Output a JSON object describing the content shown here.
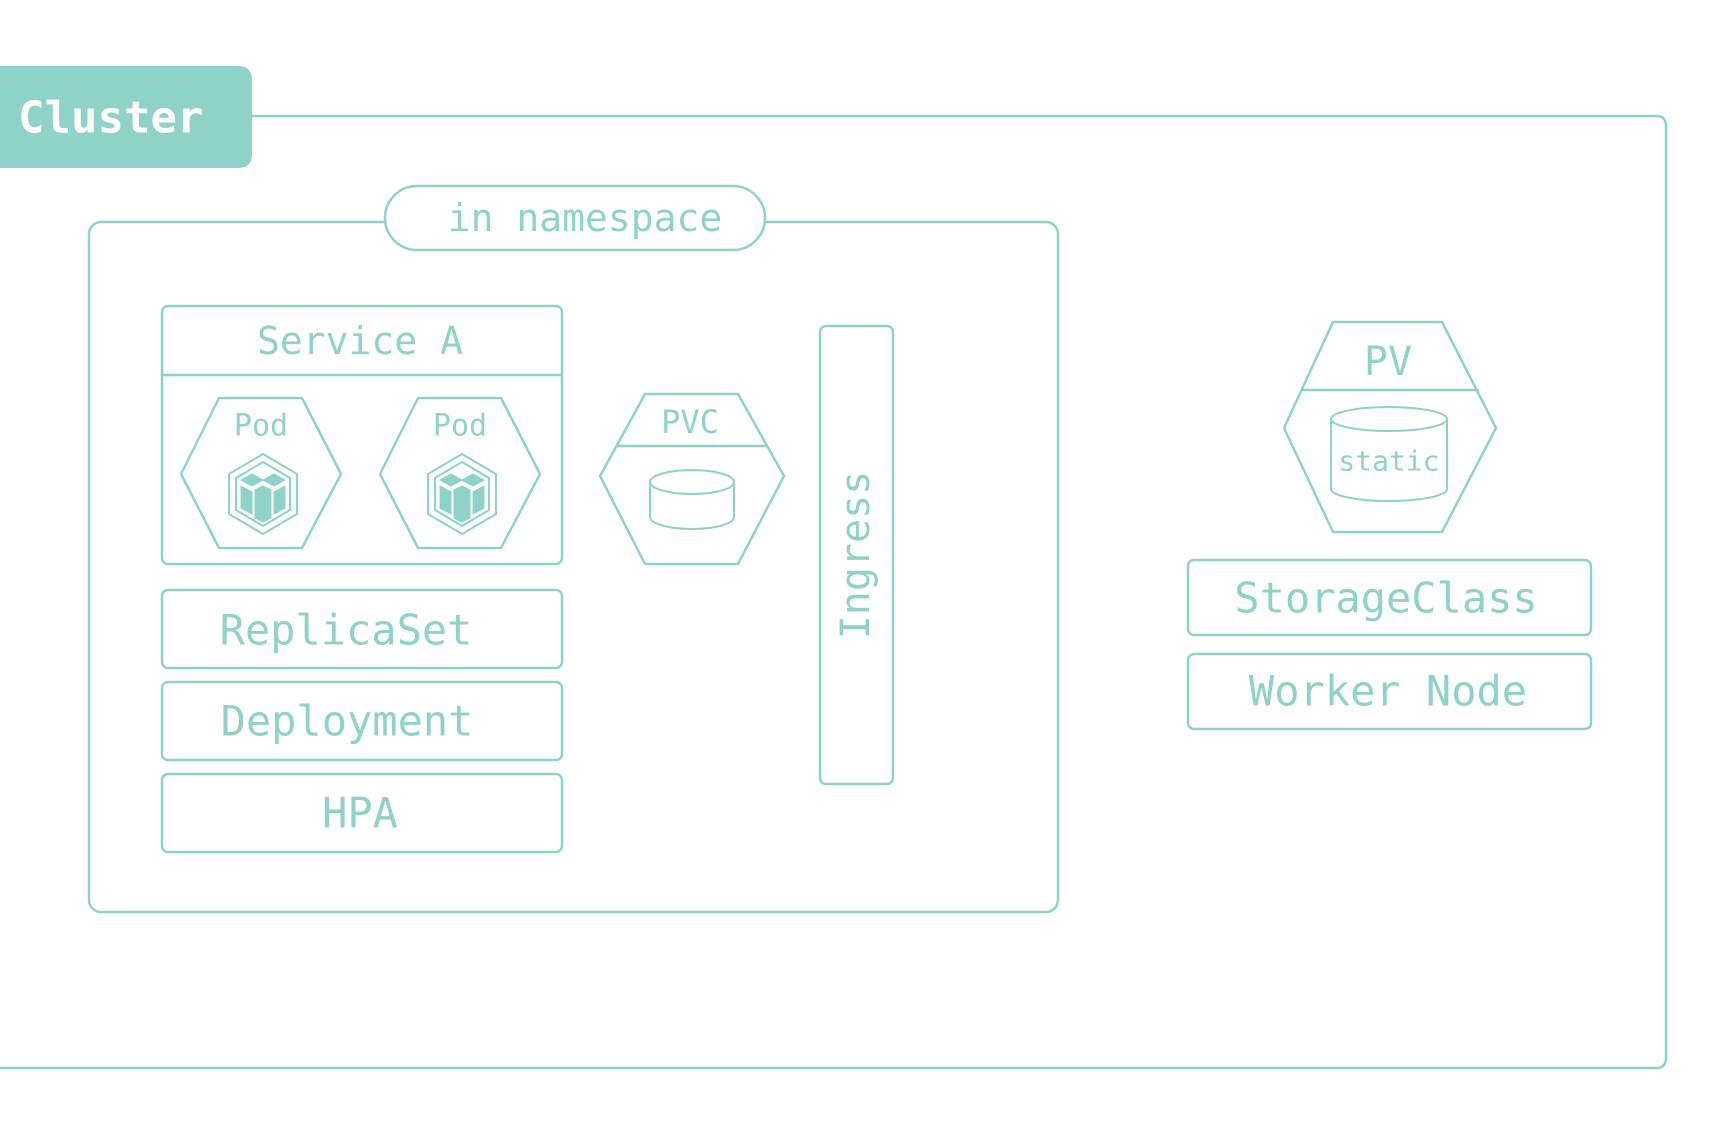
{
  "cluster": {
    "label": "Cluster"
  },
  "namespace": {
    "label": "in namespace"
  },
  "service": {
    "label": "Service A",
    "pods": [
      {
        "label": "Pod",
        "icon": "cube-icon"
      },
      {
        "label": "Pod",
        "icon": "cube-icon"
      }
    ]
  },
  "workload_stack": {
    "replicaset": "ReplicaSet",
    "deployment": "Deployment",
    "hpa": "HPA"
  },
  "pvc": {
    "label": "PVC",
    "icon": "database-cylinder-icon"
  },
  "ingress": {
    "label": "Ingress"
  },
  "pv": {
    "label": "PV",
    "volume_label": "static",
    "icon": "database-cylinder-icon"
  },
  "storage_class": {
    "label": "StorageClass"
  },
  "worker_node": {
    "label": "Worker Node"
  },
  "colors": {
    "accent": "#8fd3c8",
    "background": "#ffffff",
    "tab_text": "#ffffff"
  }
}
